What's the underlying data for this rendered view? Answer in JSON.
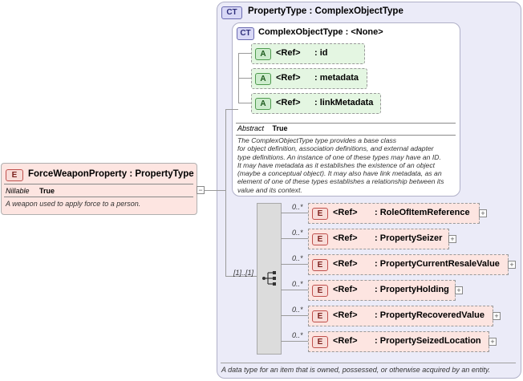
{
  "element": {
    "badge": "E",
    "name": "ForceWeaponProperty",
    "type": "PropertyType",
    "nillable_label": "Nillable",
    "nillable_value": "True",
    "doc": "A weapon used to apply force to a person."
  },
  "type_panel": {
    "badge": "CT",
    "title": "PropertyType",
    "base": "ComplexObjectType",
    "doc": "A data type for an item that is owned, possessed, or otherwise acquired by an entity."
  },
  "base_panel": {
    "badge": "CT",
    "title": "ComplexObjectType",
    "base": "<None>",
    "abstract_label": "Abstract",
    "abstract_value": "True",
    "doc_lines": [
      "The ComplexObjectType type provides a base class",
      "for object definition, association definitions, and external adapter",
      "type definitions. An instance of one of these types may have an ID.",
      "It may have metadata as it establishes the existence of an object",
      "(maybe a conceptual object). It may also have link metadata, as an",
      "element of one of these types establishes a relationship between its",
      "value and its context."
    ]
  },
  "attributes": [
    {
      "badge": "A",
      "ref": "<Ref>",
      "name": "id"
    },
    {
      "badge": "A",
      "ref": "<Ref>",
      "name": "metadata"
    },
    {
      "badge": "A",
      "ref": "<Ref>",
      "name": "linkMetadata"
    }
  ],
  "sequence": {
    "occurrence": "[1]..[1]"
  },
  "children": [
    {
      "occ": "0..*",
      "badge": "E",
      "ref": "<Ref>",
      "name": "RoleOfItemReference"
    },
    {
      "occ": "0..*",
      "badge": "E",
      "ref": "<Ref>",
      "name": "PropertySeizer"
    },
    {
      "occ": "0..*",
      "badge": "E",
      "ref": "<Ref>",
      "name": "PropertyCurrentResaleValue"
    },
    {
      "occ": "0..*",
      "badge": "E",
      "ref": "<Ref>",
      "name": "PropertyHolding"
    },
    {
      "occ": "0..*",
      "badge": "E",
      "ref": "<Ref>",
      "name": "PropertyRecoveredValue"
    },
    {
      "occ": "0..*",
      "badge": "E",
      "ref": "<Ref>",
      "name": "PropertySeizedLocation"
    }
  ]
}
